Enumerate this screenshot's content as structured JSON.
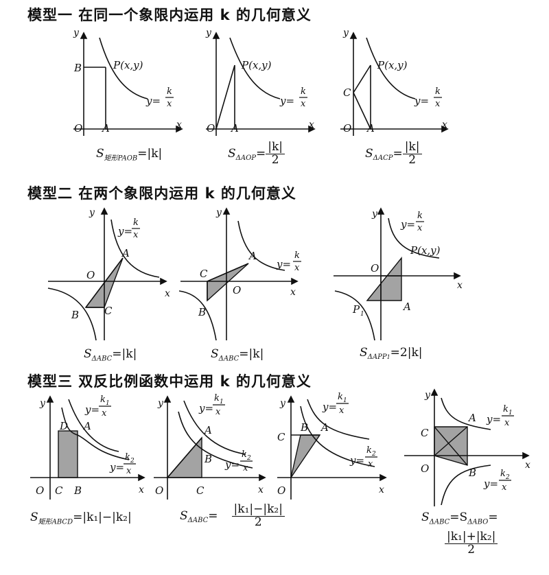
{
  "headings": {
    "model1": "模型一  在同一个象限内运用 k 的几何意义",
    "model2": "模型二  在两个象限内运用 k 的几何意义",
    "model3": "模型三  双反比例函数中运用 k 的几何意义"
  },
  "labels": {
    "y": "y",
    "x": "x",
    "O": "O",
    "A": "A",
    "B": "B",
    "C": "C",
    "D": "D",
    "P": "P(x,y)",
    "P1": "P",
    "P1_sub": "1",
    "k": "k",
    "k1": "k",
    "k2": "k",
    "sub1": "1",
    "sub2": "2",
    "yeq": "y=",
    "one": "1",
    "two": "2"
  },
  "formulas": {
    "m1a_S": "S",
    "m1a_sub": "矩形PAOB",
    "m1a_rhs": "=|k|",
    "m1b_S": "S",
    "m1b_sub": "ΔAOP",
    "m1b_eq": "=",
    "m1b_num": "|k|",
    "m1b_den": "2",
    "m1c_S": "S",
    "m1c_sub": "ΔACP",
    "m1c_eq": "=",
    "m1c_num": "|k|",
    "m1c_den": "2",
    "m2a_S": "S",
    "m2a_sub": "ΔABC",
    "m2a_rhs": "=|k|",
    "m2b_S": "S",
    "m2b_sub": "ΔABC",
    "m2b_rhs": "=|k|",
    "m2c_S": "S",
    "m2c_sub": "ΔAPP",
    "m2c_sub2": "1",
    "m2c_rhs": "=2|k|",
    "m3a_S": "S",
    "m3a_sub": "矩形ABCD",
    "m3a_rhs": "=|k₁|−|k₂|",
    "m3b_S": "S",
    "m3b_sub": "ΔABC",
    "m3b_eq": "=",
    "m3b_num": "|k₁|−|k₂|",
    "m3b_den": "2",
    "m3c_S": "S",
    "m3c_sub": "ΔABC",
    "m3c_mid": "=S",
    "m3c_sub2": "ΔABO",
    "m3c_eq": "=",
    "m3c_num": "|k₁|+|k₂|",
    "m3c_den": "2"
  },
  "colors": {
    "shade": "#a3a3a3",
    "ink": "#111111"
  }
}
